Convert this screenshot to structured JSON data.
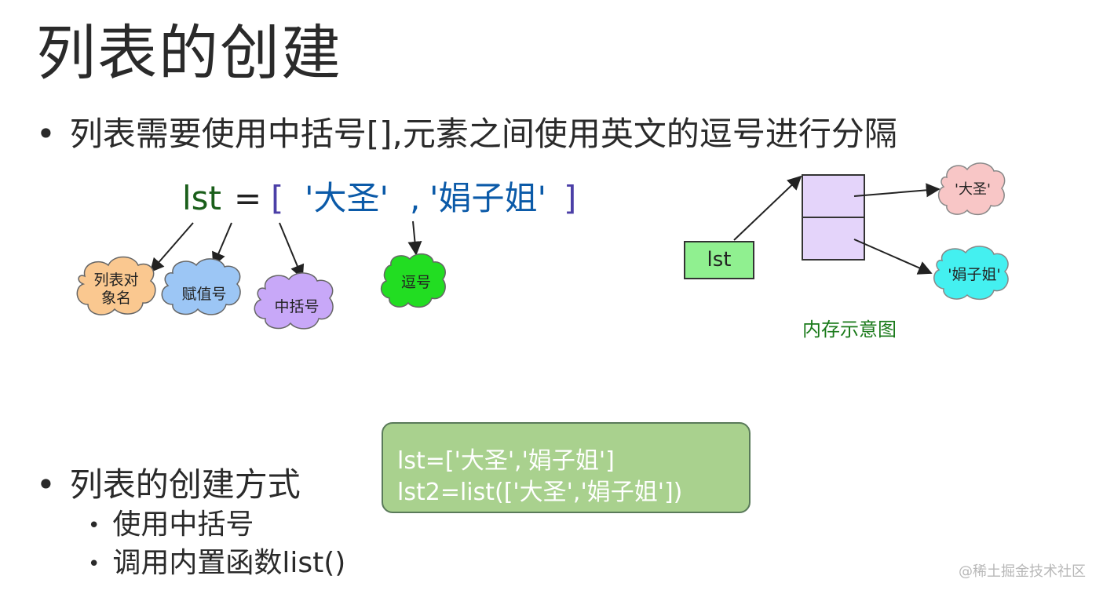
{
  "title": "列表的创建",
  "bullet_main": "列表需要使用中括号[],元素之间使用英文的逗号进行分隔",
  "bullet_ways": "列表的创建方式",
  "sub_items": [
    "使用中括号",
    "调用内置函数list()"
  ],
  "bullet_symbol": "•",
  "code_expr": {
    "var": "lst",
    "eq": "=",
    "lbracket": "[",
    "item1": "'大圣'",
    "comma": ",",
    "item2": "'娟子姐'",
    "rbracket": "]"
  },
  "clouds": {
    "list_name": "列表对\n象名",
    "assign": "赋值号",
    "bracket": "中括号",
    "comma": "逗号"
  },
  "memory": {
    "lst_label": "lst",
    "item1": "'大圣'",
    "item2": "'娟子姐'",
    "caption": "内存示意图"
  },
  "code_box": {
    "line1": "lst=['大圣','娟子姐']",
    "line2": "lst2=list(['大圣','娟子姐'])"
  },
  "watermark": "@稀土掘金技术社区",
  "colors": {
    "cloud_orange": "#fac890",
    "cloud_blue": "#9cc6f5",
    "cloud_purple": "#c8a8f8",
    "cloud_green": "#22dd22",
    "cloud_pink": "#f8c6c6",
    "cloud_cyan": "#44f0f0",
    "memory_cell": "#e4d4fa",
    "code_box_bg": "#a9d18e"
  }
}
